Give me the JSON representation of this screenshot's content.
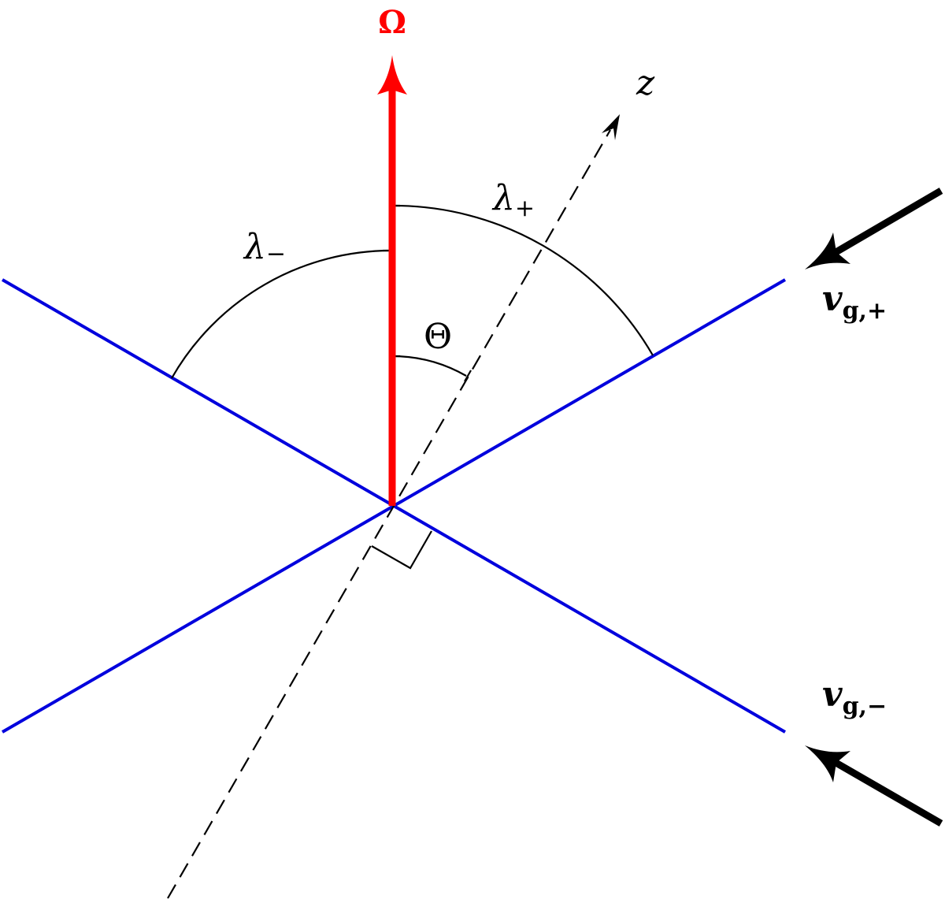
{
  "colors": {
    "rotation_axis": "#ff0000",
    "planes": "#0000dd",
    "lines": "#000000",
    "background": "#ffffff"
  },
  "labels": {
    "omega": "Ω",
    "z_axis": "z",
    "lambda_minus": {
      "symbol": "λ",
      "subscript": "−"
    },
    "lambda_plus": {
      "symbol": "λ",
      "subscript": "+"
    },
    "theta": "Θ",
    "vg_plus": {
      "symbol": "v",
      "subscript": "g,+"
    },
    "vg_minus": {
      "symbol": "v",
      "subscript": "g,−"
    }
  }
}
